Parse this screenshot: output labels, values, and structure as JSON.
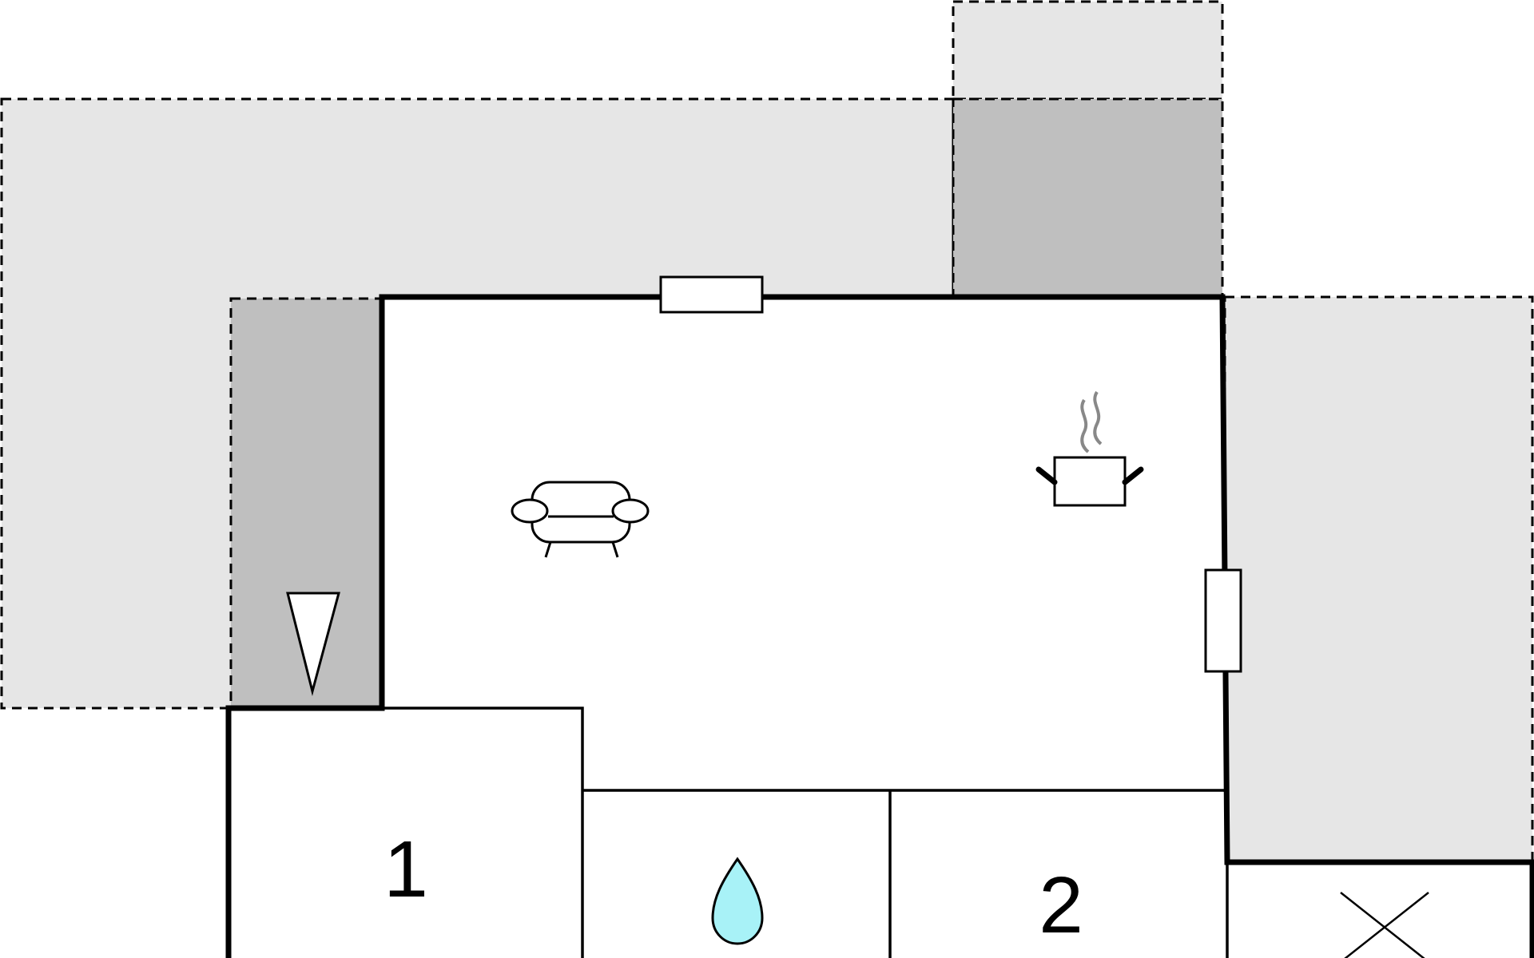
{
  "floorplan": {
    "rooms": [
      {
        "id": "bedroom-1",
        "label": "1"
      },
      {
        "id": "bedroom-2",
        "label": "2"
      }
    ],
    "icons": {
      "living_room": "sofa-icon",
      "kitchen": "cooking-pot-icon",
      "bathroom": "water-drop-icon",
      "storage": "cross-icon",
      "entrance": "entrance-triangle-icon"
    },
    "colors": {
      "terrace": "#e6e6e6",
      "covered_terrace": "#bfbfbf",
      "wall": "#000000",
      "water_drop": "#a8f2f7",
      "steam": "#888888"
    }
  }
}
